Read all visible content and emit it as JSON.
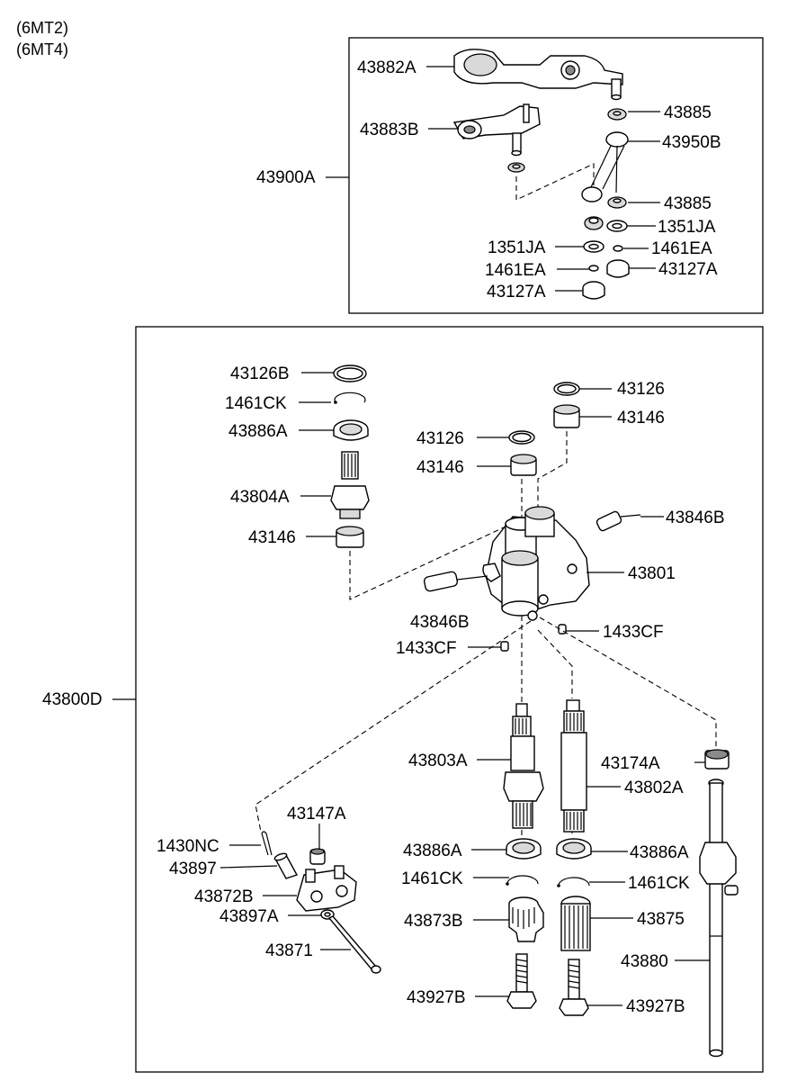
{
  "header": {
    "variants": [
      "(6MT2)",
      "(6MT4)"
    ]
  },
  "assemblies": {
    "upper": "43900A",
    "lower": "43800D"
  },
  "labels": {
    "p43882A": "43882A",
    "p43885a": "43885",
    "p43883B": "43883B",
    "p43950B": "43950B",
    "p43885b": "43885",
    "p1351JAa": "1351JA",
    "p1351JAb": "1351JA",
    "p1461EAa": "1461EA",
    "p1461EAb": "1461EA",
    "p43127Aa": "43127A",
    "p43127Ab": "43127A",
    "p43126B": "43126B",
    "p1461CKa": "1461CK",
    "p43886Aa": "43886A",
    "p43804A": "43804A",
    "p43146a": "43146",
    "p43126a": "43126",
    "p43146b": "43146",
    "p43126b": "43126",
    "p43146c": "43146",
    "p43846Ba": "43846B",
    "p43801": "43801",
    "p43846Bb": "43846B",
    "p1433CFa": "1433CF",
    "p1433CFb": "1433CF",
    "p43803A": "43803A",
    "p43174A": "43174A",
    "p43802A": "43802A",
    "p43147A": "43147A",
    "p1430NC": "1430NC",
    "p43897": "43897",
    "p43872B": "43872B",
    "p43897A": "43897A",
    "p43871": "43871",
    "p43886Ab": "43886A",
    "p43886Ac": "43886A",
    "p1461CKb": "1461CK",
    "p1461CKc": "1461CK",
    "p43873B": "43873B",
    "p43875": "43875",
    "p43880": "43880",
    "p43927Ba": "43927B",
    "p43927Bb": "43927B"
  }
}
